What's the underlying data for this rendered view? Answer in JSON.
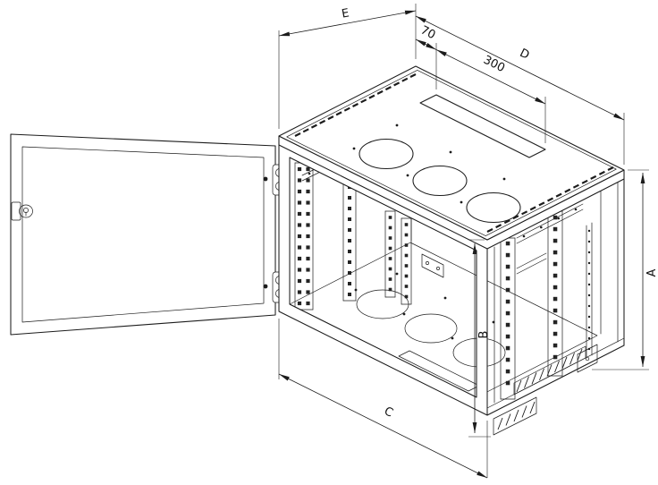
{
  "drawing": {
    "background_color": "#ffffff",
    "line_color": "#1c1c1c"
  },
  "dimensions": {
    "A": "A",
    "B": "B",
    "C": "C",
    "D": "D",
    "E": "E",
    "slot_offset": "70",
    "slot_length": "300"
  }
}
